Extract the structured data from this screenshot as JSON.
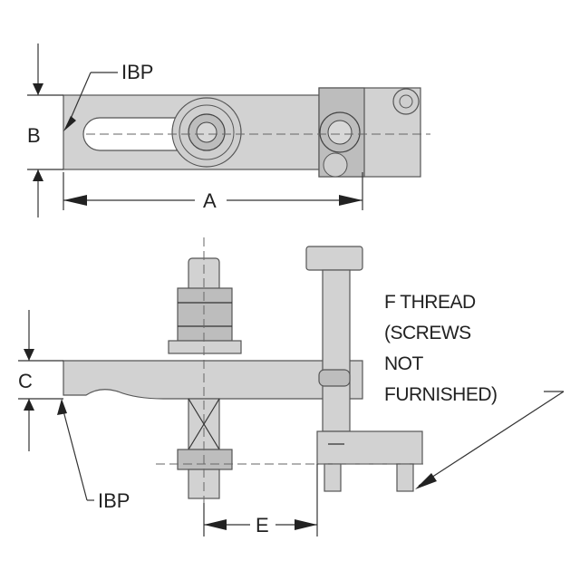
{
  "labels": {
    "dim_a": "A",
    "dim_b": "B",
    "dim_c": "C",
    "dim_e": "E",
    "ibp_top": "IBP",
    "ibp_bottom": "IBP",
    "note_lines": [
      "F THREAD",
      "(SCREWS",
      "NOT",
      "FURNISHED)"
    ]
  },
  "colors": {
    "part_fill": "#d2d2d2",
    "outline": "#555555",
    "text": "#222222"
  }
}
